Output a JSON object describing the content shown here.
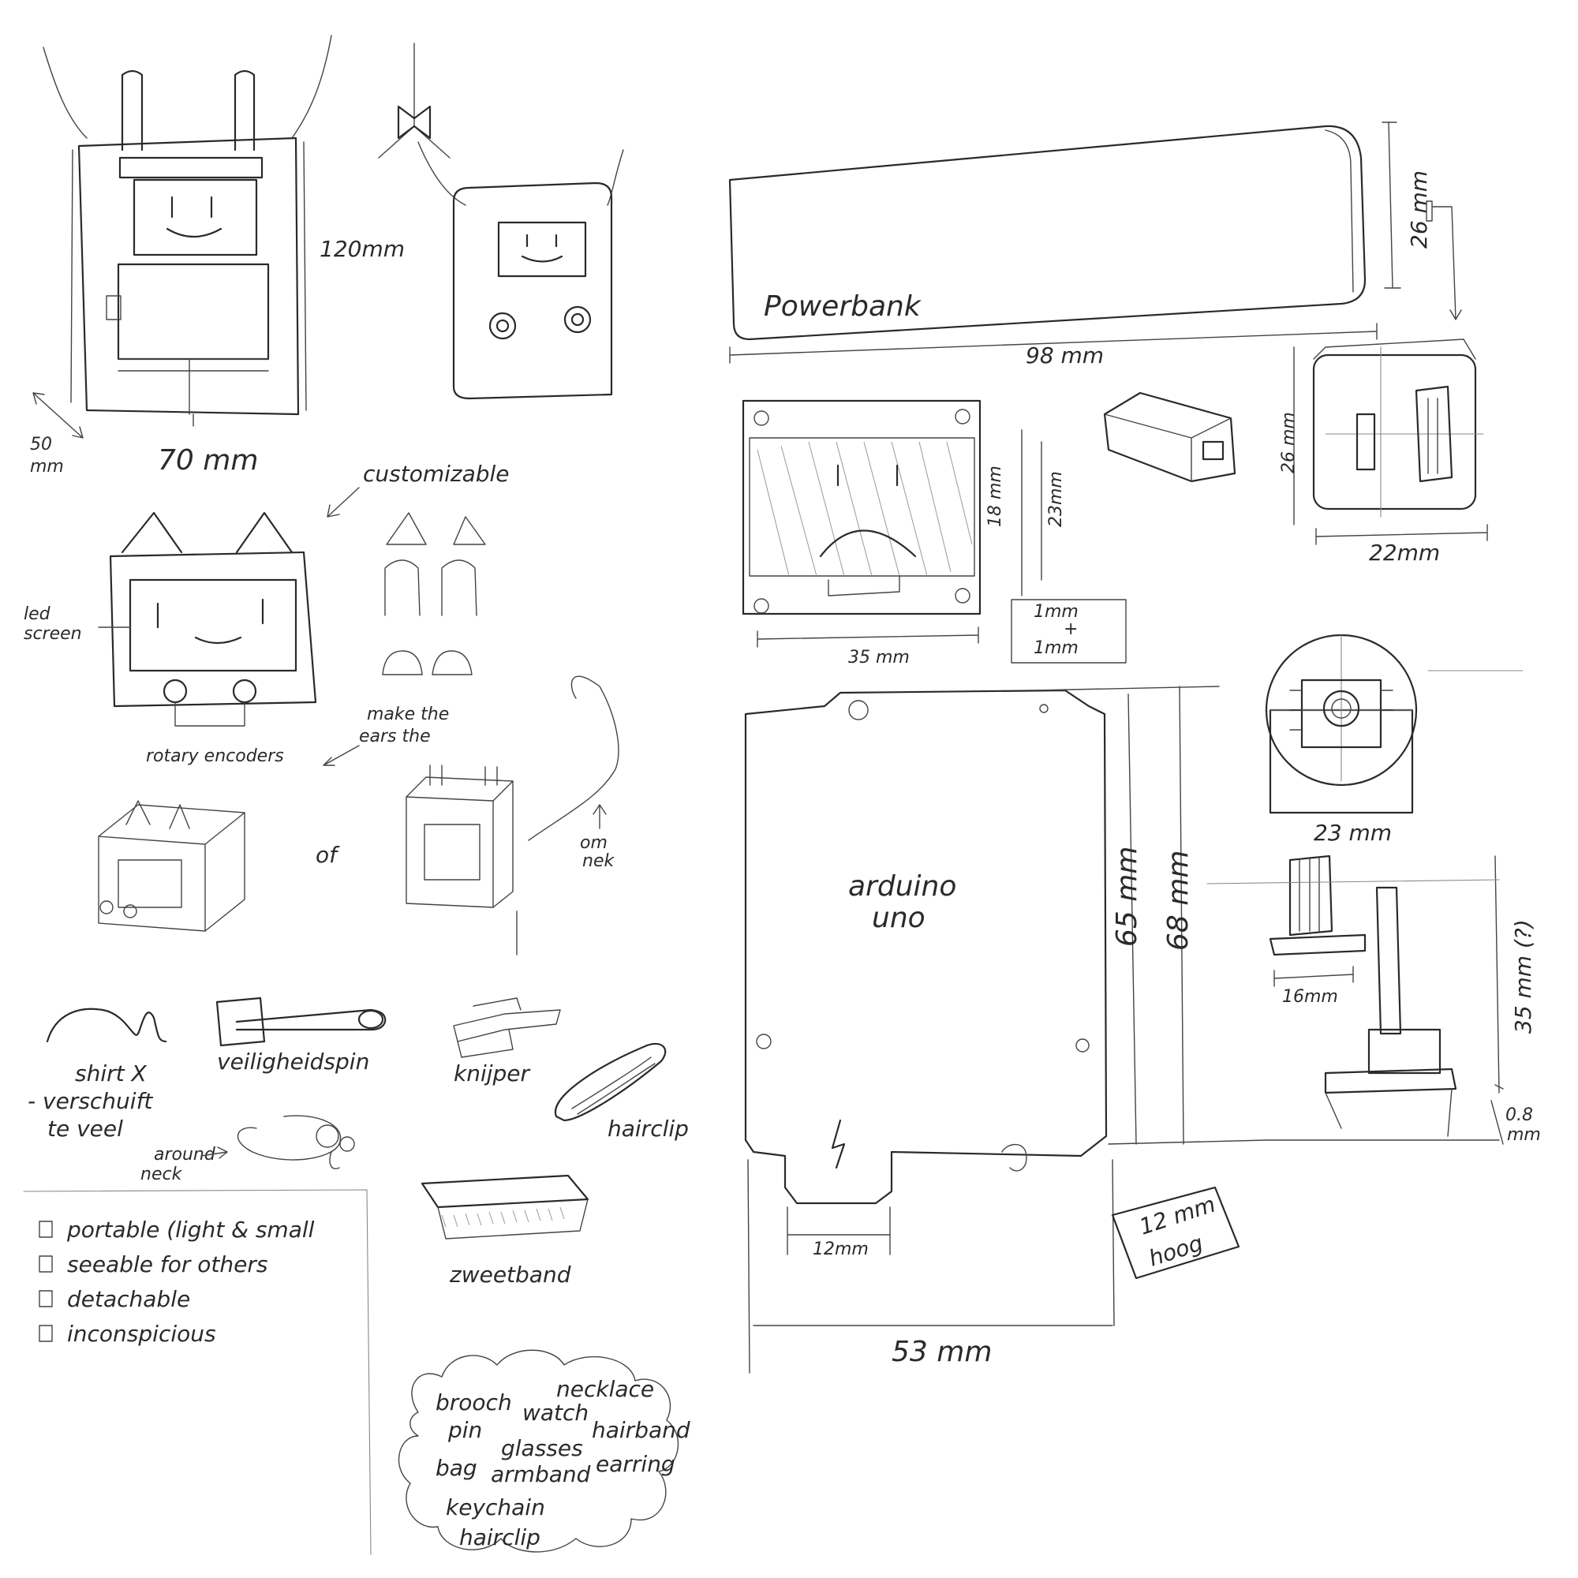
{
  "labels": {
    "dim_120mm": "120mm",
    "dim_50mm_a": "50",
    "dim_50mm_b": "mm",
    "dim_70mm": "70 mm",
    "customizable": "customizable",
    "led_screen_a": "led",
    "led_screen_b": "screen",
    "rotary_encoders": "rotary encoders",
    "make_ears_a": "make the",
    "make_ears_b": "ears the",
    "of": "of",
    "om_nek_a": "om",
    "om_nek_b": "nek",
    "shirt_x": "shirt X",
    "verschuift_a": "- verschuift",
    "verschuift_b": "te veel",
    "veiligheidspin": "veiligheidspin",
    "knijper": "knijper",
    "hairclip_label": "hairclip",
    "around_neck_a": "around",
    "around_neck_b": "neck",
    "zweetband": "zweetband",
    "powerbank": "Powerbank",
    "dim_98mm": "98 mm",
    "dim_26mm_top": "26 mm",
    "dim_18mm": "18 mm",
    "dim_23mm_v": "23mm",
    "dim_35mm": "35 mm",
    "dim_1mm_a": "1mm",
    "dim_1mm_plus": "+",
    "dim_1mm_b": "1mm",
    "dim_26mm_side": "26 mm",
    "dim_22mm": "22mm",
    "dim_23mm_h": "23 mm",
    "arduino_a": "arduino",
    "arduino_b": "uno",
    "dim_65mm": "65 mm",
    "dim_68mm": "68 mm",
    "dim_16mm": "16mm",
    "dim_35mm_q": "35 mm (?)",
    "dim_08mm_a": "0.8",
    "dim_08mm_b": "mm",
    "dim_12mm": "12mm",
    "dim_12mm_hoog_a": "12 mm",
    "dim_12mm_hoog_b": "hoog",
    "dim_53mm": "53 mm"
  },
  "checklist": [
    "portable (light & small",
    "seeable for others",
    "detachable",
    "inconspicious"
  ],
  "cloud_words": [
    "brooch",
    "necklace",
    "pin",
    "watch",
    "hairband",
    "glasses",
    "bag",
    "armband",
    "earring",
    "keychain",
    "hairclip"
  ]
}
